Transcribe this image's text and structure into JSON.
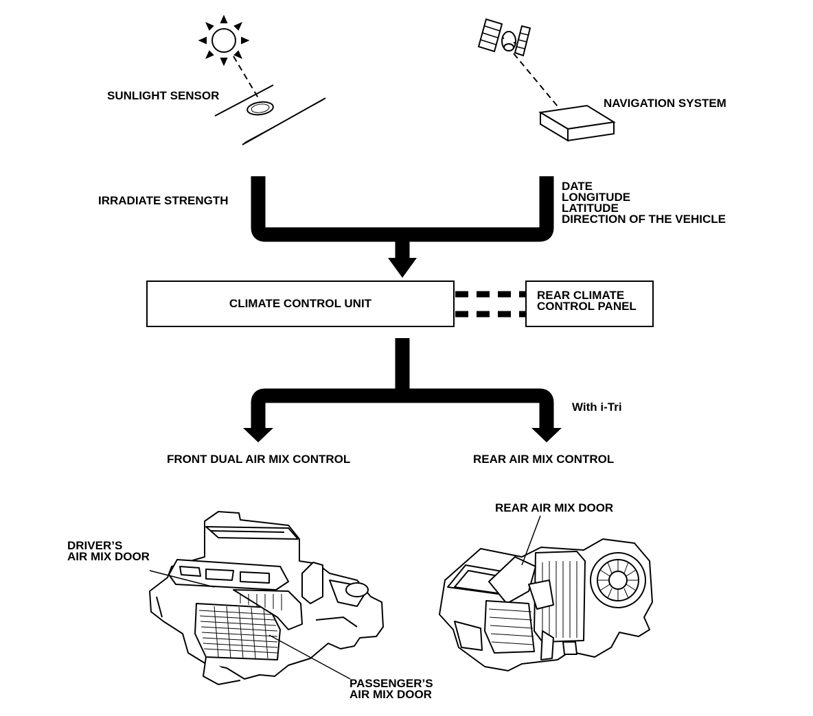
{
  "labels": {
    "sunlight_sensor": "SUNLIGHT SENSOR",
    "navigation_system": "NAVIGATION SYSTEM",
    "irradiate_strength": "IRRADIATE STRENGTH",
    "nav_date": "DATE",
    "nav_longitude": "LONGITUDE",
    "nav_latitude": "LATITUDE",
    "nav_direction": "DIRECTION OF THE VEHICLE",
    "climate_control_unit": "CLIMATE CONTROL UNIT",
    "rear_panel_line1": "REAR CLIMATE",
    "rear_panel_line2": "CONTROL PANEL",
    "with_itri": "With i-Tri",
    "front_dual_air_mix": "FRONT DUAL AIR MIX CONTROL",
    "rear_air_mix_control": "REAR AIR MIX CONTROL",
    "rear_air_mix_door": "REAR AIR MIX DOOR",
    "drivers_line1": "DRIVER’S",
    "drivers_line2": "AIR MIX DOOR",
    "passengers_line1": "PASSENGER’S",
    "passengers_line2": "AIR MIX DOOR"
  },
  "icons": [
    "sun-icon",
    "satellite-icon",
    "navigation-unit-icon",
    "sunlight-sensor-icon",
    "front-hvac-unit-icon",
    "rear-hvac-unit-icon"
  ],
  "colors": {
    "ink": "#000000",
    "paper": "#ffffff"
  }
}
